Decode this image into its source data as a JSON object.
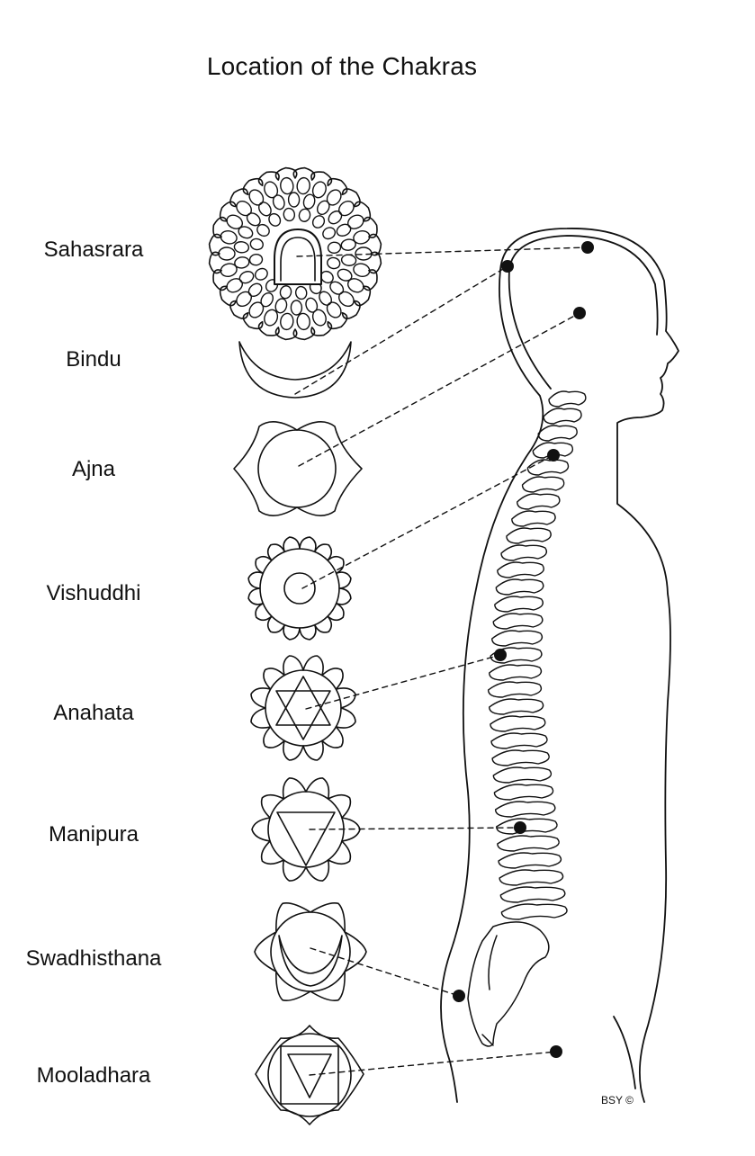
{
  "title": "Location of the Chakras",
  "credit": "BSY ©",
  "chakras": [
    {
      "name": "Sahasrara"
    },
    {
      "name": "Bindu"
    },
    {
      "name": "Ajna"
    },
    {
      "name": "Vishuddhi"
    },
    {
      "name": "Anahata"
    },
    {
      "name": "Manipura"
    },
    {
      "name": "Swadhisthana"
    },
    {
      "name": "Mooladhara"
    }
  ],
  "colors": {
    "ink": "#111111",
    "background": "#ffffff"
  }
}
